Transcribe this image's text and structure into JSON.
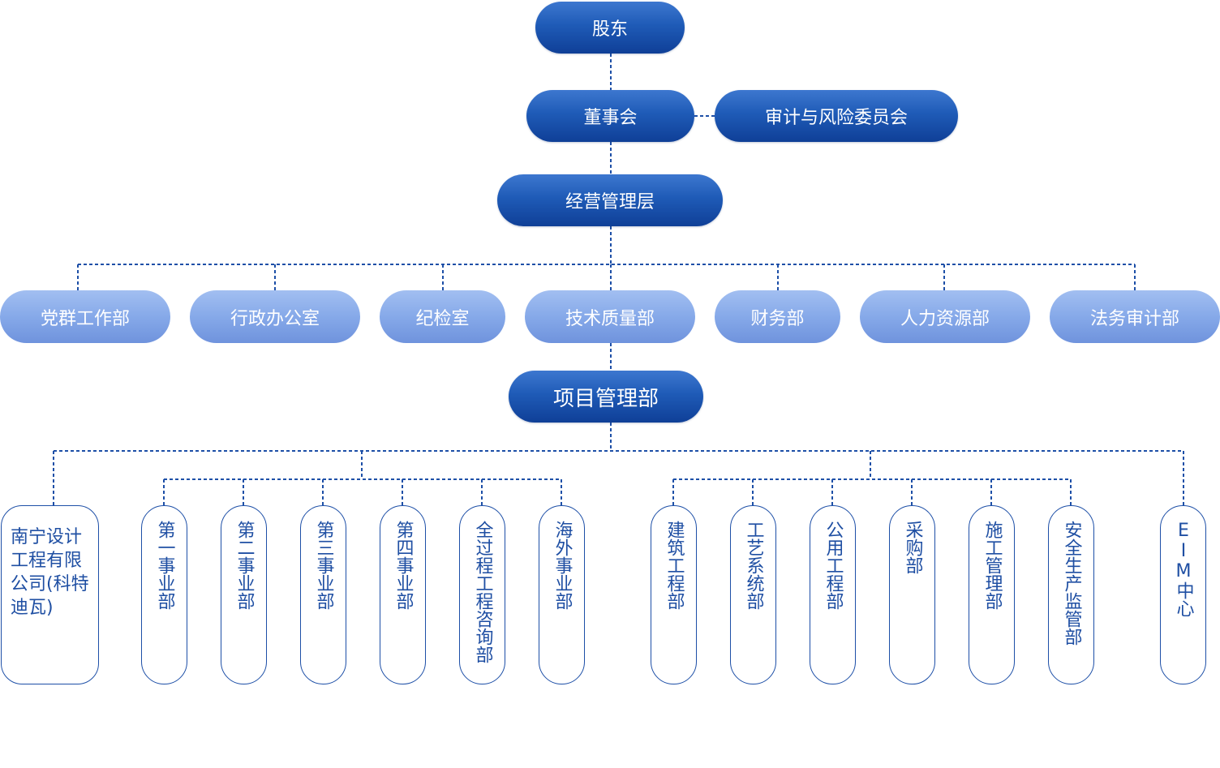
{
  "top": {
    "shareholders": "股东",
    "board": "董事会",
    "audit_committee": "审计与风险委员会",
    "management": "经营管理层"
  },
  "departments": [
    "党群工作部",
    "行政办公室",
    "纪检室",
    "技术质量部",
    "财务部",
    "人力资源部",
    "法务审计部"
  ],
  "project_dept": "项目管理部",
  "subsidiary": "南宁设计工程有限公司(科特迪瓦)",
  "business_units": [
    "第一事业部",
    "第二事业部",
    "第三事业部",
    "第四事业部",
    "全过程工程咨询部",
    "海外事业部"
  ],
  "technical_units": [
    "建筑工程部",
    "工艺系统部",
    "公用工程部",
    "采购部",
    "施工管理部",
    "安全生产监管部"
  ],
  "eim": "EIM中心",
  "colors": {
    "dark_node": "#1f5bb7",
    "light_node": "#86a9e9",
    "outline_text": "#1f4fa3",
    "connector": "#1d4fa7"
  }
}
